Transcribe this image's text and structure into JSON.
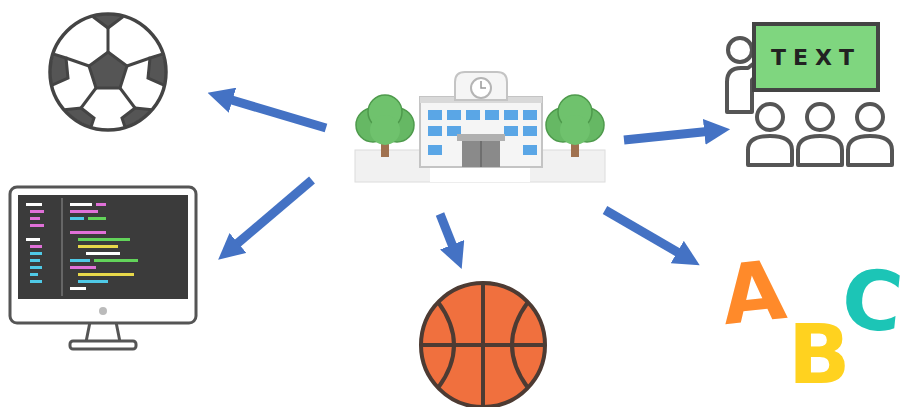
{
  "diagram": {
    "nodes": [
      {
        "text": [
          "TEXT"
        ]
      }
    ],
    "labels": [
      "A",
      "B",
      "C"
    ]
  }
}
